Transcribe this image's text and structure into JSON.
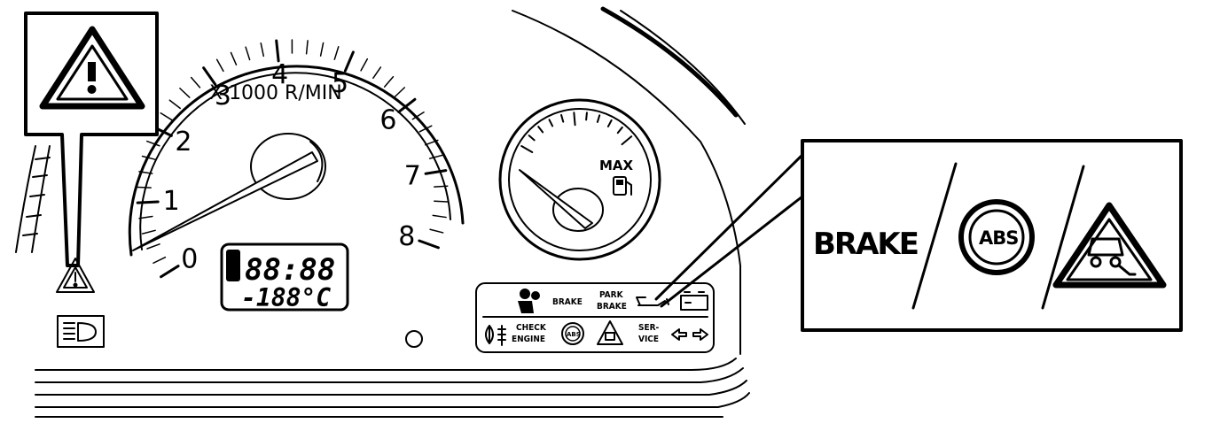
{
  "tachometer": {
    "numbers": [
      "0",
      "1",
      "2",
      "3",
      "4",
      "5",
      "6",
      "7",
      "8"
    ],
    "unit_label": "X 1000 R/MIN"
  },
  "display": {
    "time": "88:88",
    "temperature": "-188°C"
  },
  "fuel_gauge": {
    "max_label": "MAX",
    "pump_icon": "fuel-pump-icon"
  },
  "warning_panel": {
    "row1": {
      "brake": "BRAKE",
      "park_brake_line1": "PARK",
      "park_brake_line2": "BRAKE"
    },
    "row2": {
      "check_engine_line1": "CHECK",
      "check_engine_line2": "ENGINE",
      "abs": "ABS",
      "service_line1": "SER-",
      "service_line2": "VICE"
    }
  },
  "callout": {
    "brake": "BRAKE",
    "abs": "ABS"
  }
}
